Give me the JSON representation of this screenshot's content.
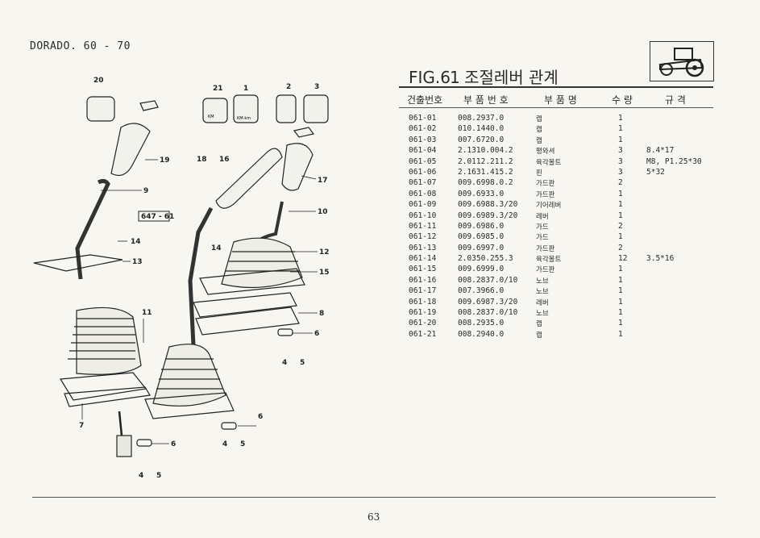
{
  "header": {
    "model": "DORADO. 60 - 70"
  },
  "figure": {
    "title_prefix": "FIG.",
    "title_number": "61",
    "title_text": "조절레버 관계"
  },
  "logo": {
    "icon": "tractor-icon"
  },
  "table": {
    "headers": {
      "ref_no": "건출번호",
      "part_no": "부 품 번 호",
      "part_name": "부 품 명",
      "qty": "수 량",
      "spec": "규 격"
    },
    "rows": [
      {
        "ref": "061-01",
        "part": "008.2937.0",
        "name": "캡",
        "qty": "1",
        "spec": ""
      },
      {
        "ref": "061-02",
        "part": "010.1440.0",
        "name": "캡",
        "qty": "1",
        "spec": ""
      },
      {
        "ref": "061-03",
        "part": "007.6720.0",
        "name": "캡",
        "qty": "1",
        "spec": ""
      },
      {
        "ref": "061-04",
        "part": "2.1310.004.2",
        "name": "평와셔",
        "qty": "3",
        "spec": "8.4*17"
      },
      {
        "ref": "061-05",
        "part": "2.0112.211.2",
        "name": "육각볼트",
        "qty": "3",
        "spec": "M8, P1.25*30"
      },
      {
        "ref": "061-06",
        "part": "2.1631.415.2",
        "name": "핀",
        "qty": "3",
        "spec": "5*32"
      },
      {
        "ref": "061-07",
        "part": "009.6998.0.2",
        "name": "가드판",
        "qty": "2",
        "spec": ""
      },
      {
        "ref": "061-08",
        "part": "009.6933.0",
        "name": "가드판",
        "qty": "1",
        "spec": ""
      },
      {
        "ref": "061-09",
        "part": "009.6988.3/20",
        "name": "기어레버",
        "qty": "1",
        "spec": ""
      },
      {
        "ref": "061-10",
        "part": "009.6989.3/20",
        "name": "레버",
        "qty": "1",
        "spec": ""
      },
      {
        "ref": "061-11",
        "part": "009.6986.0",
        "name": "가드",
        "qty": "2",
        "spec": ""
      },
      {
        "ref": "061-12",
        "part": "009.6985.0",
        "name": "가드",
        "qty": "1",
        "spec": ""
      },
      {
        "ref": "061-13",
        "part": "009.6997.0",
        "name": "가드판",
        "qty": "2",
        "spec": ""
      },
      {
        "ref": "061-14",
        "part": "2.0350.255.3",
        "name": "육각볼트",
        "qty": "12",
        "spec": "3.5*16"
      },
      {
        "ref": "061-15",
        "part": "009.6999.0",
        "name": "가드판",
        "qty": "1",
        "spec": ""
      },
      {
        "ref": "061-16",
        "part": "008.2837.0/10",
        "name": "노브",
        "qty": "1",
        "spec": ""
      },
      {
        "ref": "061-17",
        "part": "007.3966.0",
        "name": "노브",
        "qty": "1",
        "spec": ""
      },
      {
        "ref": "061-18",
        "part": "009.6987.3/20",
        "name": "레버",
        "qty": "1",
        "spec": ""
      },
      {
        "ref": "061-19",
        "part": "008.2837.0/10",
        "name": "노브",
        "qty": "1",
        "spec": ""
      },
      {
        "ref": "061-20",
        "part": "008.2935.0",
        "name": "캡",
        "qty": "1",
        "spec": ""
      },
      {
        "ref": "061-21",
        "part": "008.2940.0",
        "name": "캡",
        "qty": "1",
        "spec": ""
      }
    ]
  },
  "diagram": {
    "box_label": "647 - 61",
    "cap_label_km": "KM",
    "cap_label_kmh": "KM-km",
    "callouts": [
      "20",
      "19",
      "9",
      "14",
      "13",
      "11",
      "7",
      "6",
      "4",
      "5",
      "21",
      "1",
      "2",
      "3",
      "18",
      "16",
      "17",
      "10",
      "12",
      "15",
      "8"
    ]
  },
  "footer": {
    "page": "63"
  }
}
